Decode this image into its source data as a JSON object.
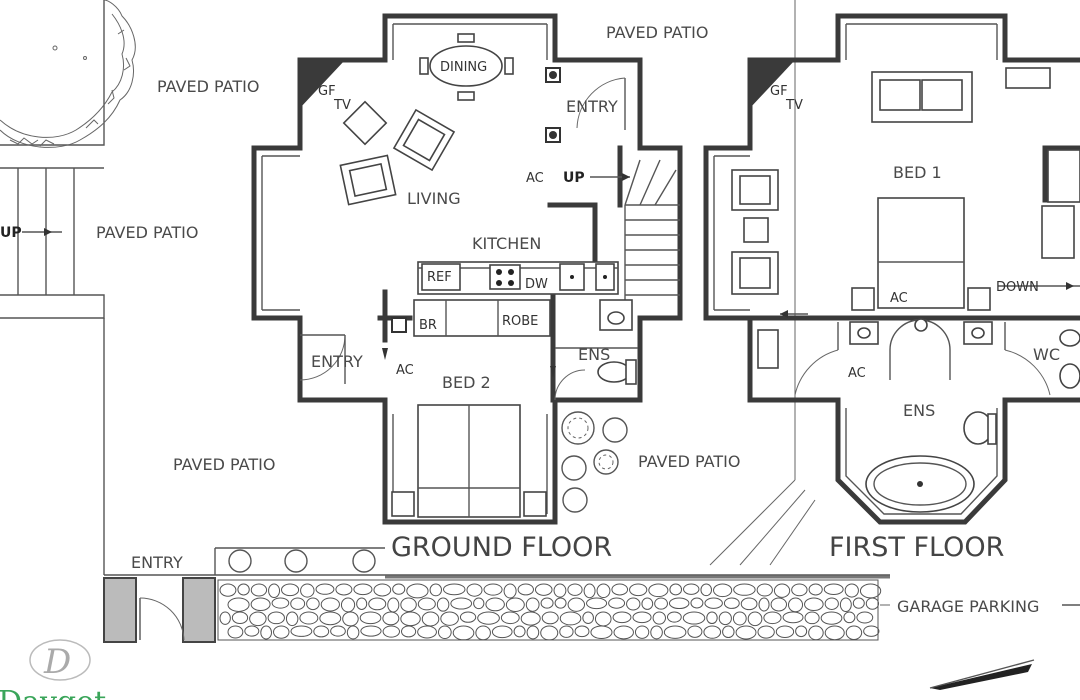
{
  "floor_labels": {
    "ground": "GROUND FLOOR",
    "first": "FIRST FLOOR"
  },
  "outdoor": {
    "paved_patio": "PAVED PATIO",
    "entry": "ENTRY",
    "garage_parking": "GARAGE PARKING",
    "up": "UP"
  },
  "ground_floor": {
    "dining": "DINING",
    "entry": "ENTRY",
    "gf_tv": [
      "GF",
      "TV"
    ],
    "living": "LIVING",
    "ac": "AC",
    "up": "UP",
    "kitchen": "KITCHEN",
    "ref": "REF",
    "dw": "DW",
    "br": "BR",
    "robe": "ROBE",
    "ens": "ENS",
    "bed2": "BED 2"
  },
  "first_floor": {
    "gf_tv": [
      "GF",
      "TV"
    ],
    "bed1": "BED 1",
    "ac": "AC",
    "down": "DOWN",
    "wc": "WC",
    "ens": "ENS"
  },
  "logo": {
    "monogram": "D",
    "text": "Daygot"
  },
  "colors": {
    "wall": "#3a3a3a",
    "logo": "#3aa55a",
    "stone": "#555555"
  }
}
